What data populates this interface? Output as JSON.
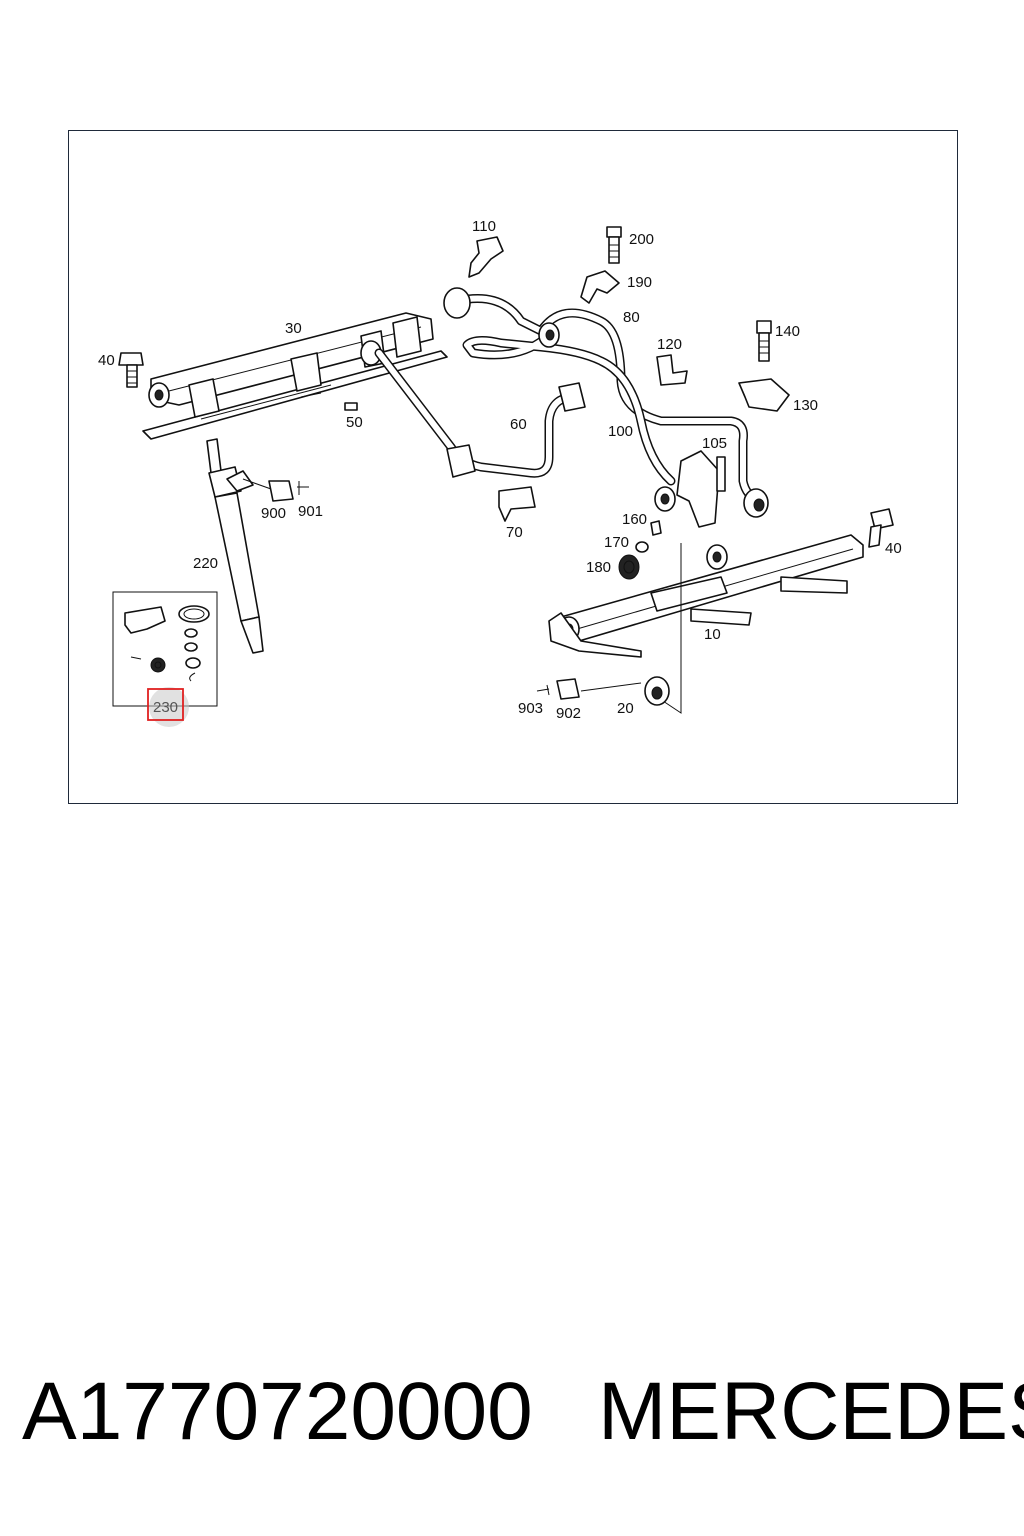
{
  "diagram": {
    "callouts": {
      "c10": "10",
      "c20": "20",
      "c30": "30",
      "c40a": "40",
      "c40b": "40",
      "c50": "50",
      "c60": "60",
      "c70": "70",
      "c80": "80",
      "c100": "100",
      "c105": "105",
      "c110": "110",
      "c120": "120",
      "c130": "130",
      "c140": "140",
      "c160": "160",
      "c170": "170",
      "c180": "180",
      "c190": "190",
      "c200": "200",
      "c220": "220",
      "c230": "230",
      "c900": "900",
      "c901": "901",
      "c902": "902",
      "c903": "903"
    },
    "highlighted_callout": "230",
    "highlight_color": "#e02020",
    "frame_color": "#1f2a3a"
  },
  "footer": {
    "part_number": "A1770720000",
    "brand": "MERCEDES"
  }
}
